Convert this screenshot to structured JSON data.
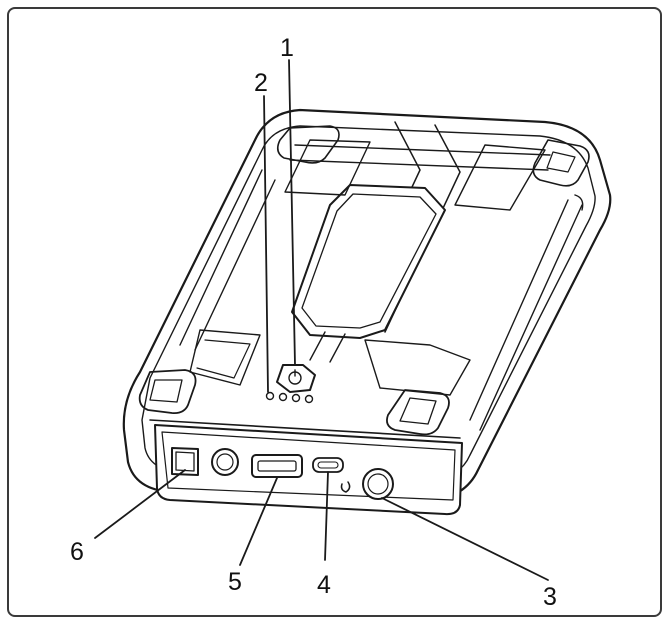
{
  "diagram": {
    "callouts": [
      {
        "id": "1",
        "label": "1"
      },
      {
        "id": "2",
        "label": "2"
      },
      {
        "id": "3",
        "label": "3"
      },
      {
        "id": "4",
        "label": "4"
      },
      {
        "id": "5",
        "label": "5"
      },
      {
        "id": "6",
        "label": "6"
      }
    ],
    "led_count": 4,
    "colors": {
      "line": "#1a1a1a",
      "frame": "#3a3a3a",
      "background": "#ffffff"
    }
  }
}
